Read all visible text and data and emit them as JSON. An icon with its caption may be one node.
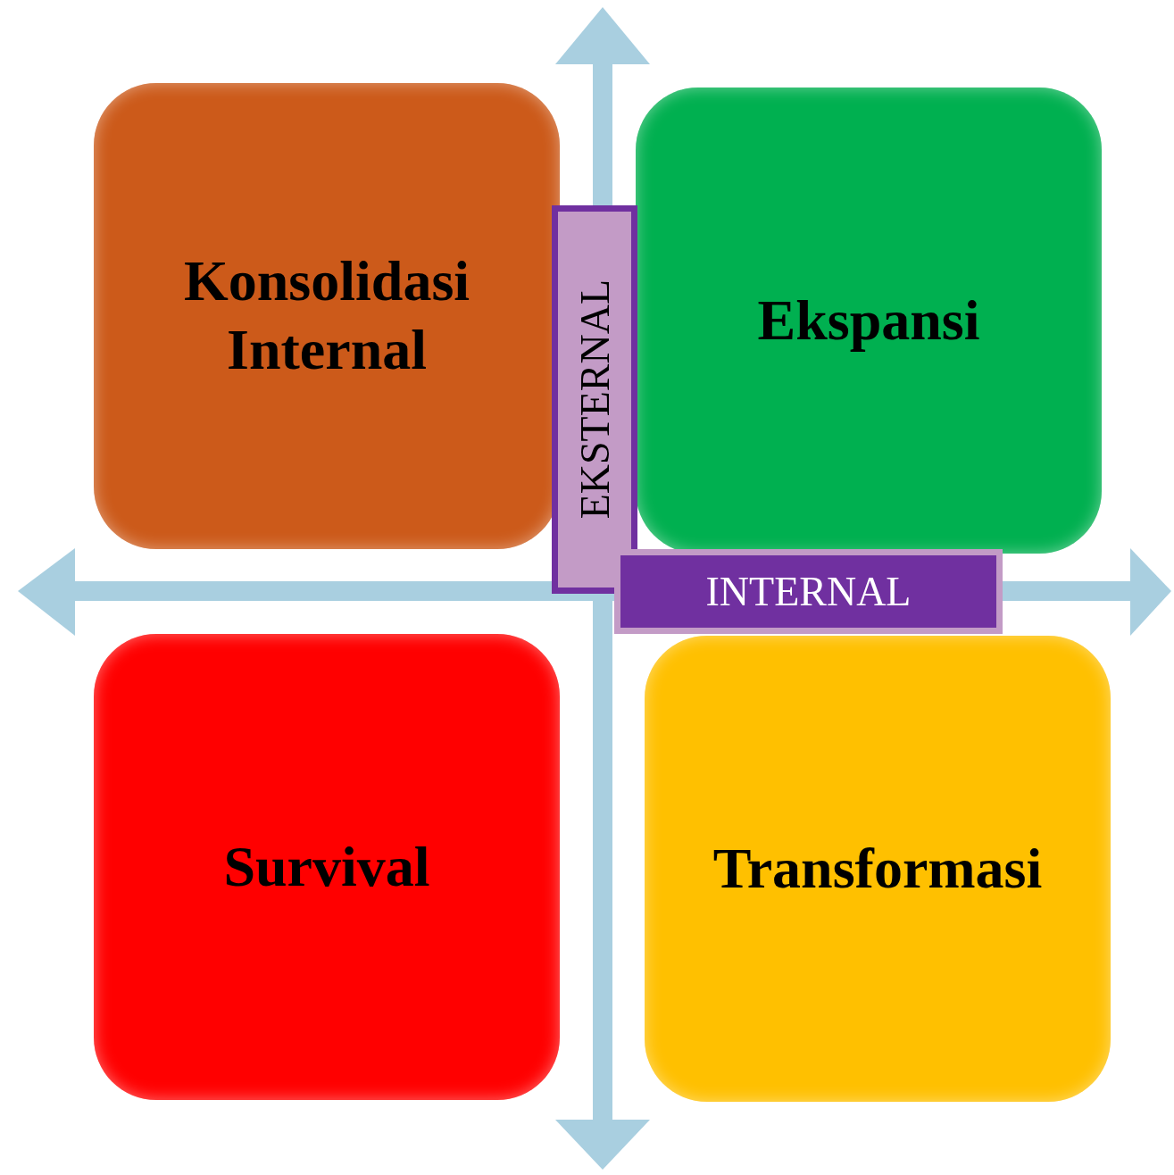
{
  "diagram": {
    "nodes": [
      {
        "text": [
          "Konsolidasi Internal"
        ]
      },
      {
        "text": [
          "Ekspansi"
        ]
      },
      {
        "text": [
          "EKSTERNAL"
        ]
      },
      {
        "text": [
          "INTERNAL"
        ]
      },
      {
        "text": [
          "Survival"
        ]
      },
      {
        "text": [
          "Transformasi"
        ]
      }
    ]
  }
}
